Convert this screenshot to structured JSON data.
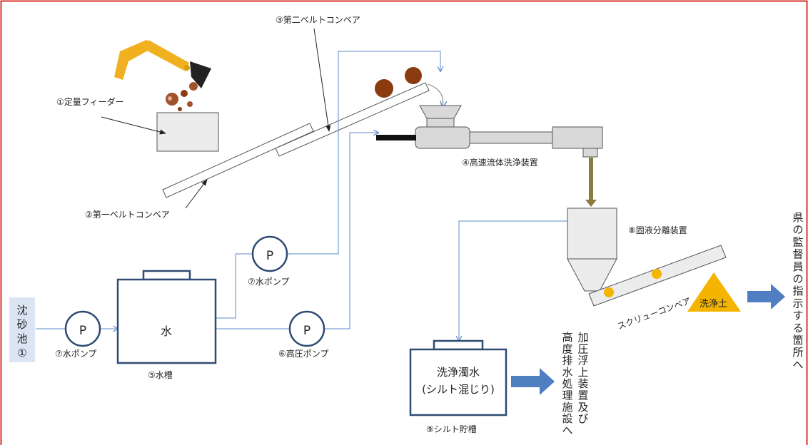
{
  "labels": {
    "feeder": "①定量フィーダー",
    "belt1": "②第一ベルトコンベア",
    "belt2": "③第二ベルトコンベア",
    "washer": "④高速流体洗浄装置",
    "tank": "⑤水槽",
    "hp_pump": "⑥高圧ポンプ",
    "pump_top": "⑦水ポンプ",
    "pump_left": "⑦水ポンプ",
    "separator": "⑧固液分離装置",
    "silt_tank": "⑨シルト貯槽",
    "screw": "スクリューコンベア"
  },
  "symbols": {
    "pump": "P"
  },
  "text": {
    "water": "水",
    "dirty_water_1": "洗浄濁水",
    "dirty_water_2": "(シルト混じり)",
    "washed_soil": "洗浄土",
    "source_chars": [
      "沈",
      "砂",
      "池",
      "①"
    ],
    "dest_treatment_col1": [
      "加",
      "圧",
      "浮",
      "上",
      "装",
      "置",
      "及",
      "び"
    ],
    "dest_treatment_col2": [
      "高",
      "度",
      "排",
      "水",
      "処",
      "理",
      "施",
      "設",
      "へ"
    ],
    "dest_soil": [
      "県",
      "の",
      "監",
      "督",
      "員",
      "の",
      "指",
      "示",
      "す",
      "る",
      "箇",
      "所",
      "へ"
    ]
  },
  "colors": {
    "frame": "#d9302c",
    "line": "#5b8bc9",
    "tank_border": "#2f4a73",
    "pump_border": "#2f4a73",
    "arrow_fill": "#4f7fc1",
    "source_bg": "#dbe5f3",
    "machine_fill": "#d9d9d9",
    "brown_pipe": "#8d7c3e",
    "triangle": "#f4b400",
    "excavator": "#f0b020",
    "soil_dark": "#8b3b10",
    "soil_light": "#a0522d"
  }
}
